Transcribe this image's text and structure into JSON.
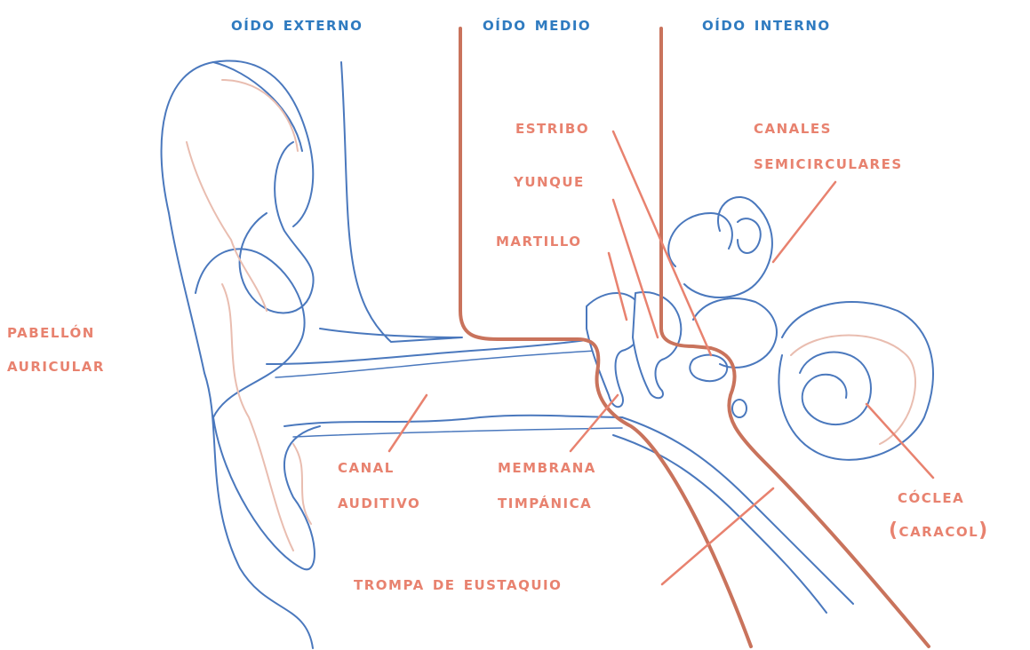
{
  "colors": {
    "section_label": "#2f7bc0",
    "part_label": "#e8826f",
    "outline": "#4a78bd",
    "inner_line": "#e9bdb0",
    "divider": "#c9735c"
  },
  "sections": {
    "outer": "OÍDO EXTERNO",
    "middle": "OÍDO MEDIO",
    "inner": "OÍDO INTERNO"
  },
  "parts": {
    "stapes": "ESTRIBO",
    "semicircular_1": "CANALES",
    "semicircular_2": "SEMICIRCULARES",
    "incus": "YUNQUE",
    "malleus": "MARTILLO",
    "auricle_1": "PABELLÓN",
    "auricle_2": "AURICULAR",
    "canal_1": "CANAL",
    "canal_2": "AUDITIVO",
    "membrane_1": "MEMBRANA",
    "membrane_2": "TIMPÁNICA",
    "cochlea_1": "CÓCLEA",
    "cochlea_2": "(CARACOL)",
    "eustachian": "TROMPA DE EUSTAQUIO"
  }
}
